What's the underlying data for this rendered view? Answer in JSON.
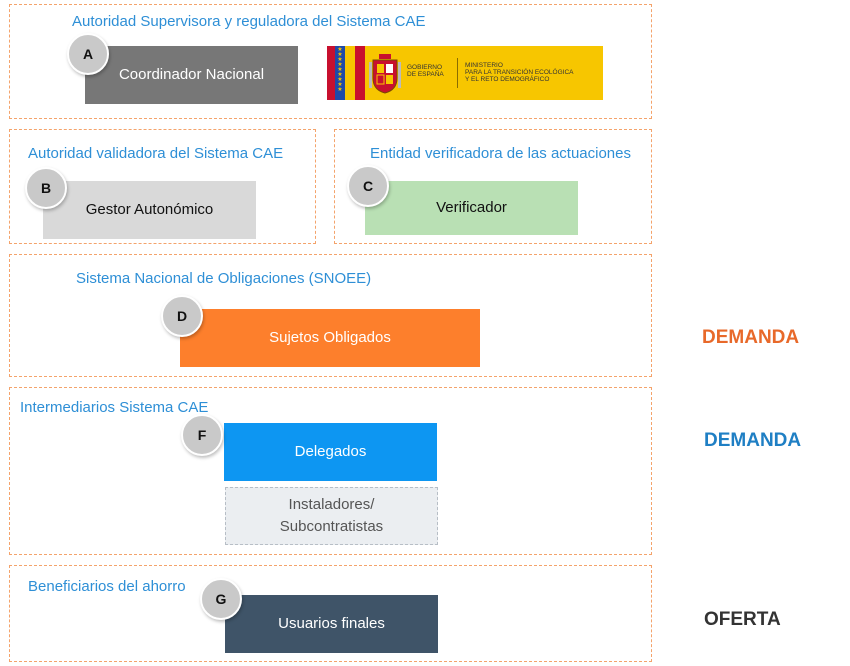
{
  "sections": {
    "supervisor": {
      "title": "Autoridad Supervisora y reguladora del Sistema CAE",
      "badge": "A",
      "box": "Coordinador Nacional"
    },
    "validator": {
      "title": "Autoridad validadora del Sistema CAE",
      "badge": "B",
      "box": "Gestor Autonómico"
    },
    "verifier": {
      "title": "Entidad verificadora de las actuaciones",
      "badge": "C",
      "box": "Verificador"
    },
    "snoee": {
      "title": "Sistema Nacional de Obligaciones (SNOEE)",
      "badge": "D",
      "box": "Sujetos Obligados",
      "side": "DEMANDA"
    },
    "intermediaries": {
      "title": "Intermediarios Sistema CAE",
      "badge": "F",
      "box": "Delegados",
      "box2_line1": "Instaladores/",
      "box2_line2": "Subcontratistas",
      "side": "DEMANDA"
    },
    "beneficiaries": {
      "title": "Beneficiarios del ahorro",
      "badge": "G",
      "box": "Usuarios finales",
      "side": "OFERTA"
    }
  },
  "logo": {
    "left_text_line1": "GOBIERNO",
    "left_text_line2": "DE ESPAÑA",
    "right_text_line1": "MINISTERIO",
    "right_text_line2": "PARA LA TRANSICIÓN ECOLÓGICA",
    "right_text_line3": "Y EL RETO DEMOGRÁFICO",
    "icon": "coat-of-arms-icon"
  },
  "colors": {
    "dashed_border": "#f4a36b",
    "title_blue": "#2e8fd6",
    "coordinador": "#777777",
    "gestor": "#d9d9d9",
    "verificador": "#b9e0b4",
    "sujetos": "#fd7f2c",
    "delegados": "#0d96f2",
    "usuarios": "#3f5468",
    "demanda_orange": "#e8692a",
    "demanda_blue": "#1f7fc4",
    "oferta": "#333333"
  }
}
